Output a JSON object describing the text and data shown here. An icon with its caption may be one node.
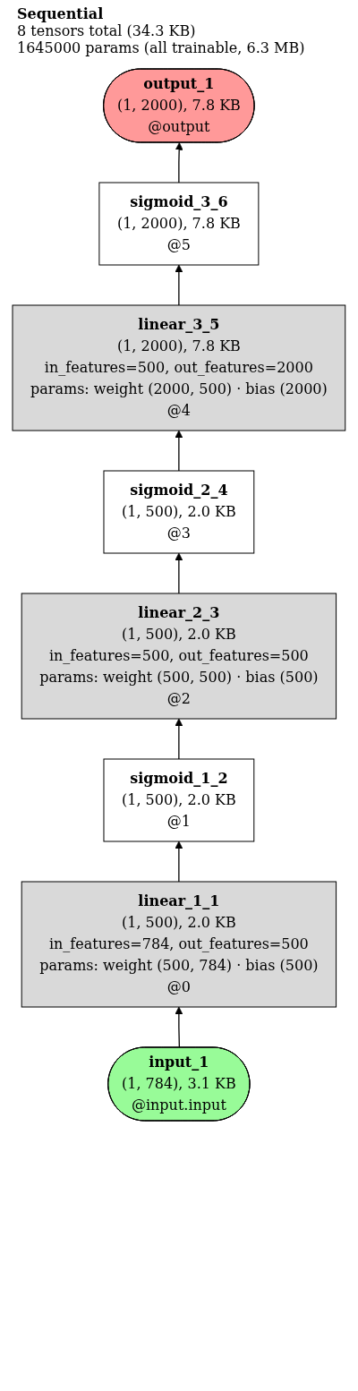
{
  "diagram": {
    "title": "Sequential",
    "labels": [
      "8 tensors total (34.3 KB)",
      "1645000 params (all trainable, 6.3 MB)"
    ],
    "nodes": [
      {
        "text": [
          "output_1",
          "(1, 2000), 7.8 KB",
          "@output"
        ]
      },
      {
        "text": [
          "sigmoid_3_6",
          "(1, 2000), 7.8 KB",
          "@5"
        ]
      },
      {
        "text": [
          "linear_3_5",
          "(1, 2000), 7.8 KB",
          "in_features=500, out_features=2000",
          "params: weight (2000, 500) · bias (2000)",
          "@4"
        ]
      },
      {
        "text": [
          "sigmoid_2_4",
          "(1, 500), 2.0 KB",
          "@3"
        ]
      },
      {
        "text": [
          "linear_2_3",
          "(1, 500), 2.0 KB",
          "in_features=500, out_features=500",
          "params: weight (500, 500) · bias (500)",
          "@2"
        ]
      },
      {
        "text": [
          "sigmoid_1_2",
          "(1, 500), 2.0 KB",
          "@1"
        ]
      },
      {
        "text": [
          "linear_1_1",
          "(1, 500), 2.0 KB",
          "in_features=784, out_features=500",
          "params: weight (500, 784) · bias (500)",
          "@0"
        ]
      },
      {
        "text": [
          "input_1",
          "(1, 784), 3.1 KB",
          "@input.input"
        ]
      }
    ],
    "edges": [
      {
        "from": 1,
        "to": 0,
        "arrow": "to"
      },
      {
        "from": 2,
        "to": 1,
        "arrow": "to"
      },
      {
        "from": 3,
        "to": 2,
        "arrow": "to"
      },
      {
        "from": 4,
        "to": 3,
        "arrow": "to"
      },
      {
        "from": 5,
        "to": 4,
        "arrow": "to"
      },
      {
        "from": 6,
        "to": 5,
        "arrow": "to"
      },
      {
        "from": 7,
        "to": 6,
        "arrow": "to"
      }
    ]
  }
}
